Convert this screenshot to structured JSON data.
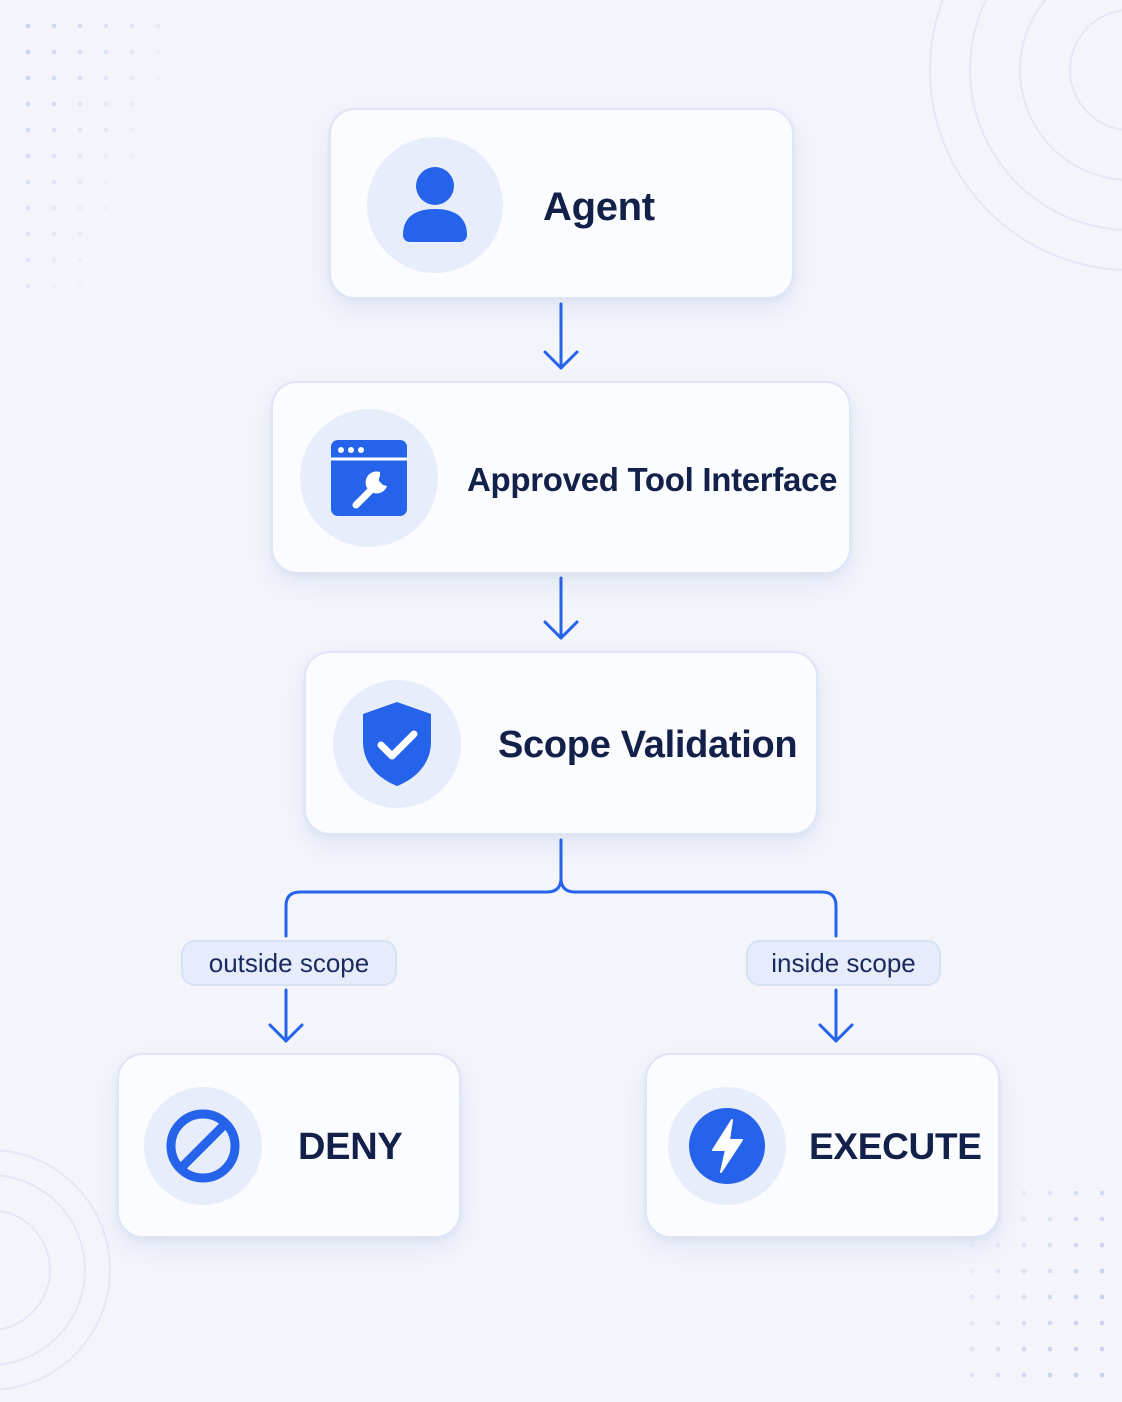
{
  "diagram": {
    "accent_color": "#2563eb",
    "nodes": [
      {
        "id": "agent",
        "label": "Agent",
        "icon": "user-icon"
      },
      {
        "id": "tool",
        "label": "Approved Tool Interface",
        "icon": "tool-window-icon"
      },
      {
        "id": "scope",
        "label": "Scope Validation",
        "icon": "shield-check-icon"
      },
      {
        "id": "deny",
        "label": "DENY",
        "icon": "prohibited-icon"
      },
      {
        "id": "execute",
        "label": "EXECUTE",
        "icon": "lightning-icon"
      }
    ],
    "branches": [
      {
        "from": "scope",
        "to": "deny",
        "label": "outside scope"
      },
      {
        "from": "scope",
        "to": "execute",
        "label": "inside scope"
      }
    ]
  }
}
